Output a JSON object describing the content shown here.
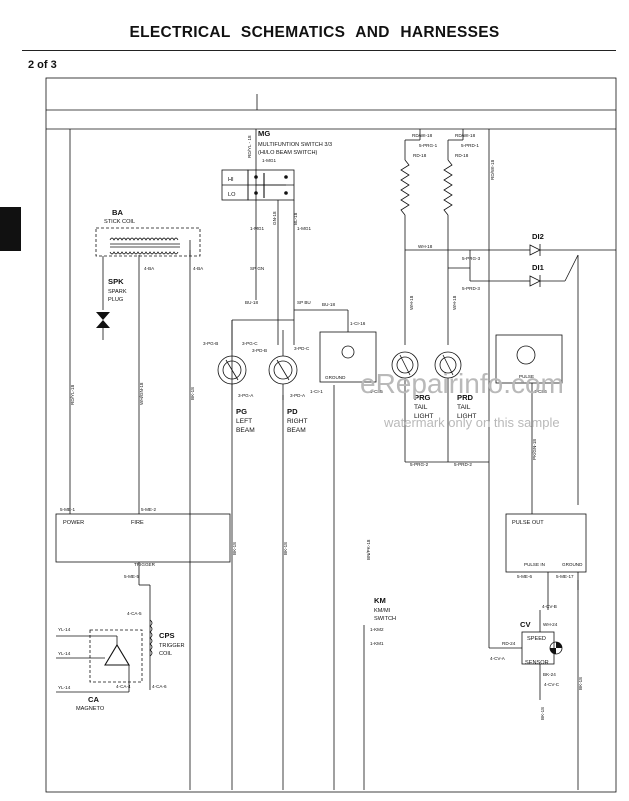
{
  "header": {
    "title": "ELECTRICAL   SCHEMATICS AND HARNESSES",
    "page": "2 of 3"
  },
  "watermark": {
    "site": "eRepairinfo.com",
    "note": "watermark only on this sample"
  },
  "components": {
    "mg": {
      "id": "MG",
      "line1": "MULTIFUNTION SWITCH 3/3",
      "line2": "(HI/LO BEAM SWITCH)",
      "pin": "1-MG1",
      "hi": "HI",
      "lo": "LO"
    },
    "ba": {
      "id": "BA",
      "name": "STICK COIL",
      "pin_a": "4-BA",
      "pin_b": "4-BA"
    },
    "spk": {
      "id": "SPK",
      "line1": "SPARK",
      "line2": "PLUG"
    },
    "pg": {
      "id": "PG",
      "line1": "LEFT",
      "line2": "BEAM",
      "pin": "3-PG-A"
    },
    "pd": {
      "id": "PD",
      "line1": "RIGHT",
      "line2": "BEAM",
      "pin": "3-PD-A"
    },
    "prg": {
      "id": "PRG",
      "line1": "TAIL",
      "line2": "LIGHT",
      "pin": "5-PRG-2"
    },
    "prd": {
      "id": "PRD",
      "line1": "TAIL",
      "line2": "LIGHT",
      "pin": "5-PRD-2"
    },
    "di2": {
      "id": "DI2"
    },
    "di1": {
      "id": "DI1"
    },
    "km": {
      "id": "KM",
      "line1": "KM/MI",
      "line2": "SWITCH",
      "pin_a": "1-KM2",
      "pin_b": "1-KM1"
    },
    "cps": {
      "id": "CPS",
      "line1": "TRIGGER",
      "line2": "COIL",
      "pin_a": "4-CA-6",
      "pin_b": "4-CA-5"
    },
    "ca": {
      "id": "CA",
      "name": "MAGNETO",
      "pin": "4-CA-4"
    },
    "cv": {
      "id": "CV",
      "line1": "SPEED",
      "line2": "SENSOR",
      "pin_a": "4-CV-A",
      "pin_b": "4-CV-C",
      "pin_c": "4-CV-B"
    },
    "cluster": {
      "power": "POWER",
      "fire": "FIRE",
      "trigger": "TRIGGER",
      "pulse_out": "PULSE OUT",
      "pulse_in": "PULSE IN",
      "ground": "GROUND"
    },
    "ground_box": {
      "label": "GROUND",
      "pin": "1-CI-1",
      "pin2": "1-CI-5",
      "top": "1-CI-16"
    },
    "pulse_box": {
      "label": "PULSE",
      "pin": "1-CI-6"
    }
  },
  "wires": {
    "rd_yl_18": "RD/YL - 18",
    "rd_wh_18_a": "RD/WI-18",
    "rd_wh_18_b": "RD/WI-18",
    "rd_18_a": "RD-18",
    "rd_18_b": "RD-18",
    "rd_wh_18_c": "RD/WI-18",
    "gn_18": "GN-18",
    "bl_18": "BL-18",
    "sp_gn": "SP GN",
    "sp_bu": "SP BU",
    "bu_18_a": "BU-18",
    "bu_18_b": "BU-18",
    "wh_18_a": "WH-18",
    "wh_18_b": "WH-18",
    "wh_18_c": "WH-18",
    "bk_18_a": "BK-18",
    "bk_18_b": "BK-18",
    "bk_18_c": "BK-18",
    "bn_pk_18": "BN/PK-18",
    "wh_gn_18": "WH/GN-18",
    "rd_yl_18_left": "RD/YL-18",
    "pk_gn_18": "PK/GN-18",
    "yl_14_a": "YL-14",
    "yl_14_b": "YL-14",
    "yl_14_c": "YL-14",
    "rd_24": "RD-24",
    "wh_24": "WH-24",
    "bk_24": "BK-24",
    "bk_18_right": "BK-18",
    "bk_18_cv": "BK-18",
    "mg1_a": "1-MG1",
    "mg1_b": "1-MG1",
    "prg_1": "5-PRG-1",
    "prd_1": "5-PRD-1",
    "prg_3": "5-PRG-3",
    "prd_3": "5-PRD-3",
    "pg_b": "3-PG-B",
    "pg_c": "3-PG-C",
    "pd_b": "3-PD-B",
    "pd_c": "3-PD-C",
    "me_1": "5-ME-1",
    "me_2": "5-ME-2",
    "me_5": "5-ME-5",
    "me_6": "5-ME-6",
    "me_17": "5-ME-17"
  }
}
